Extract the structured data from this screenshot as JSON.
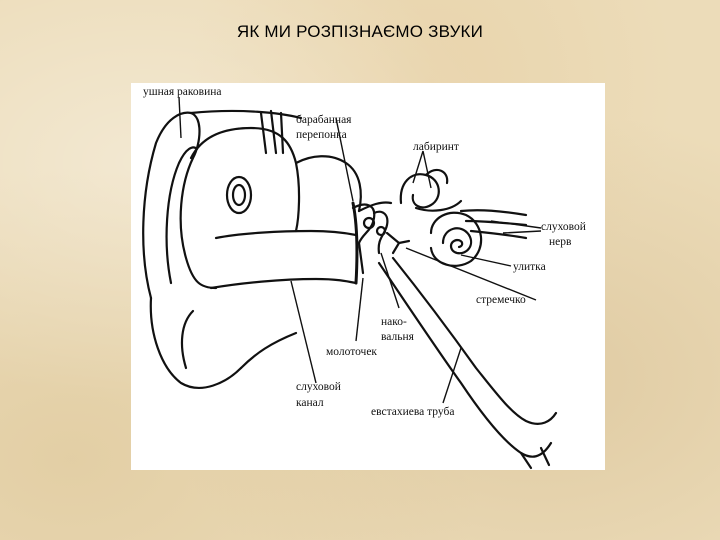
{
  "slide": {
    "title": "ЯК МИ РОЗПІЗНАЄМО ЗВУКИ"
  },
  "diagram": {
    "labels": {
      "auricle": "ушная раковина",
      "eardrum_1": "барабанная",
      "eardrum_2": "перепонка",
      "labyrinth": "лабиринт",
      "auditory_nerve_1": "слуховой",
      "auditory_nerve_2": "нерв",
      "cochlea": "улитка",
      "stapes": "стремечко",
      "incus_1": "нако-",
      "incus_2": "вальня",
      "malleus": "молоточек",
      "ear_canal_1": "слуховой",
      "ear_canal_2": "канал",
      "eustachian_tube": "евстахиева труба"
    }
  },
  "colors": {
    "background": "#ecdcb9",
    "figure_bg": "#ffffff",
    "ink": "#111111"
  }
}
